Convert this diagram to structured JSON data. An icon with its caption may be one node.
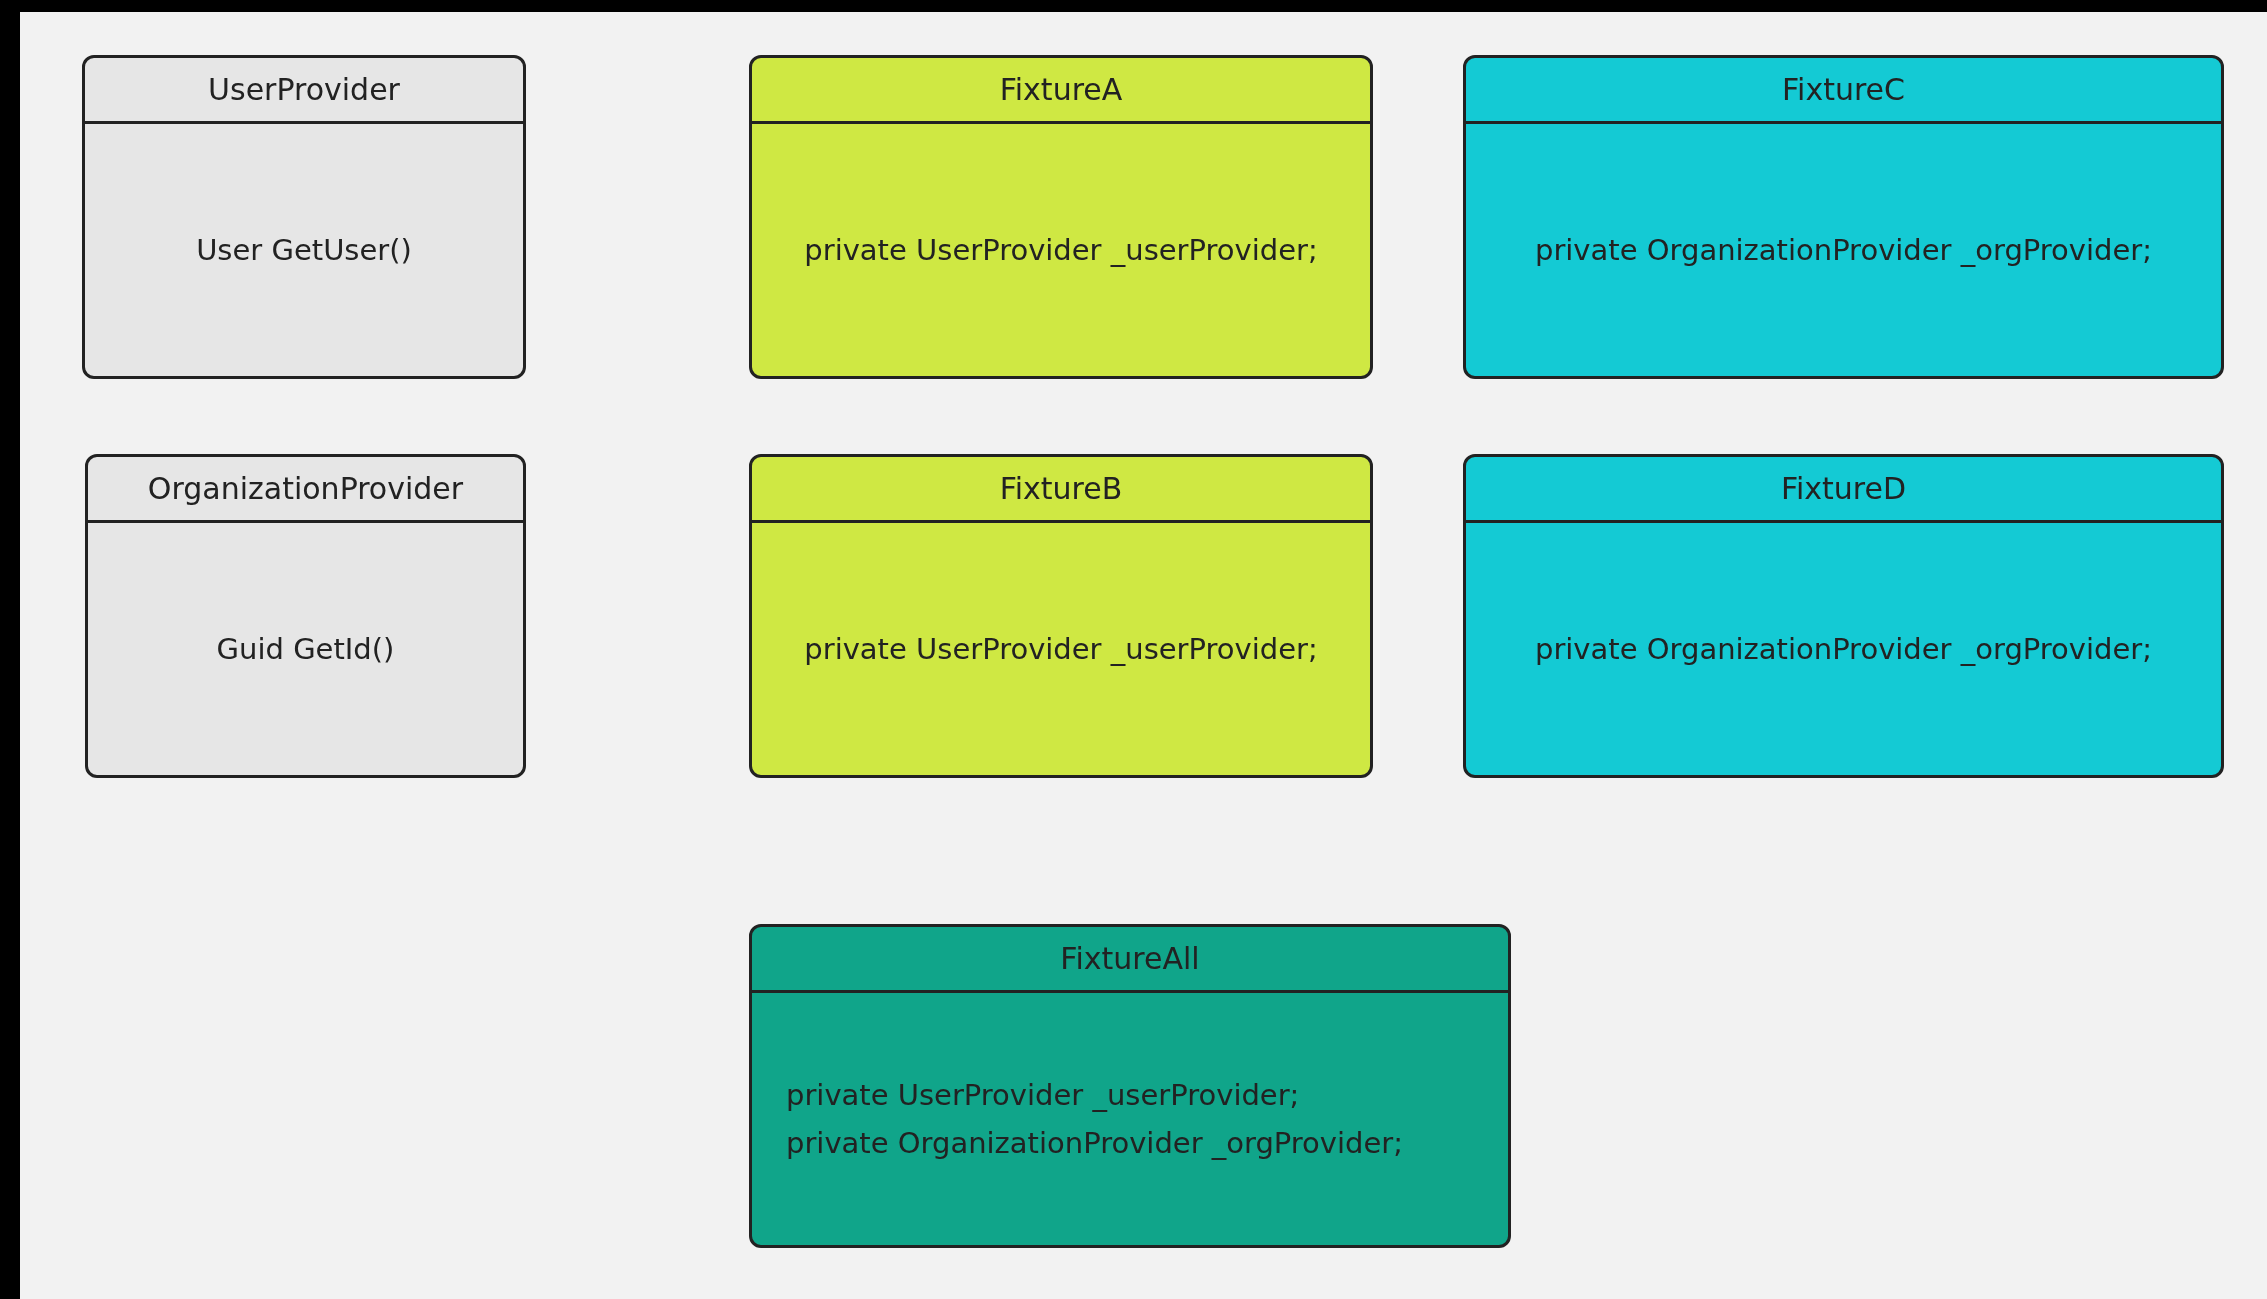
{
  "diagram": {
    "nodes": [
      {
        "text": [
          "UserProvider",
          "User GetUser()"
        ]
      },
      {
        "text": [
          "FixtureA",
          "private UserProvider _userProvider;"
        ]
      },
      {
        "text": [
          "FixtureC",
          "private OrganizationProvider _orgProvider;"
        ]
      },
      {
        "text": [
          "OrganizationProvider",
          "Guid GetId()"
        ]
      },
      {
        "text": [
          "FixtureB",
          "private UserProvider _userProvider;"
        ]
      },
      {
        "text": [
          "FixtureD",
          "private OrganizationProvider _orgProvider;"
        ]
      },
      {
        "text": [
          "FixtureAll",
          "private UserProvider _userProvider;",
          "private OrganizationProvider _orgProvider;"
        ]
      }
    ]
  }
}
